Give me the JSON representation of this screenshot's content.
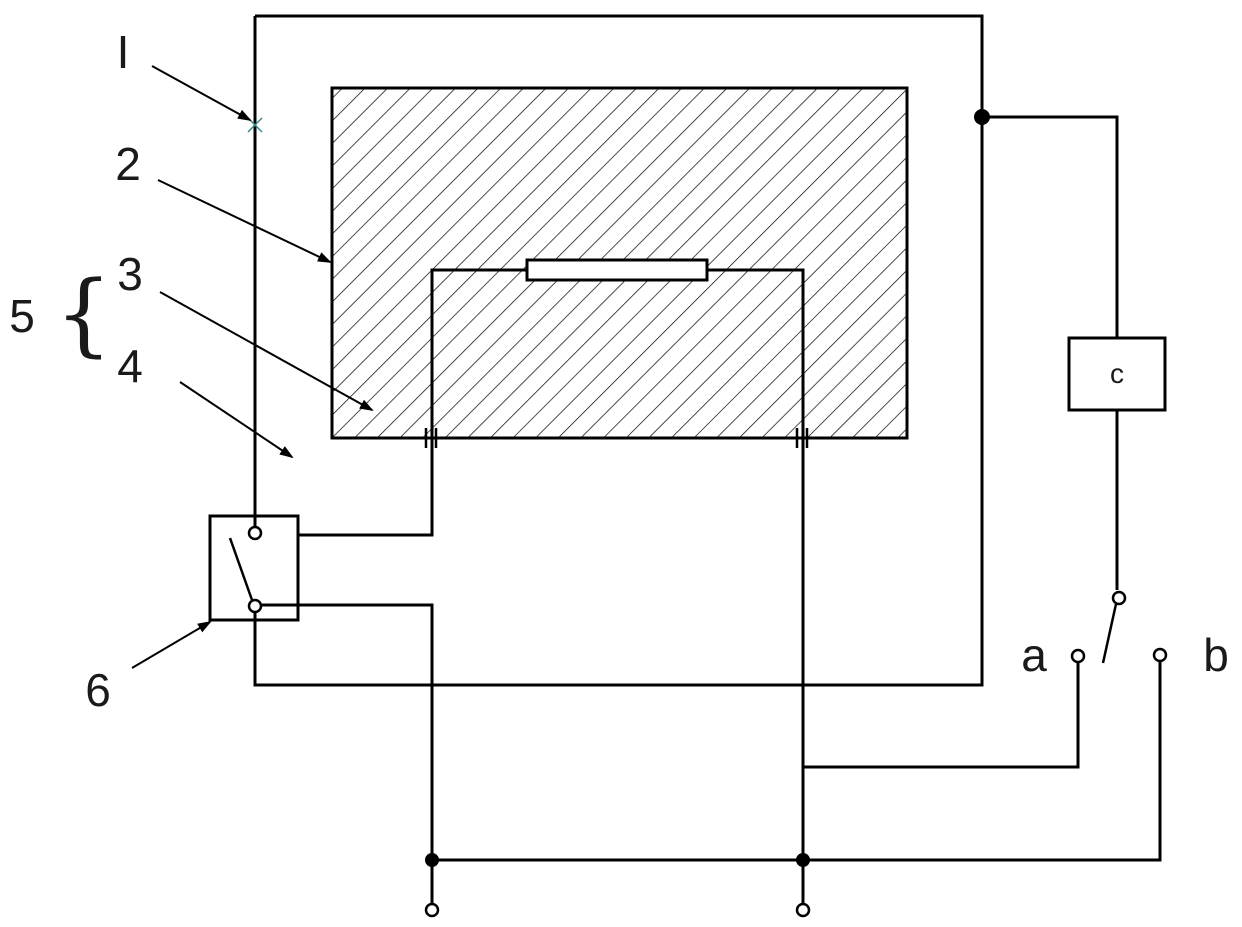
{
  "diagram": {
    "callouts": {
      "label_1": "I",
      "label_2": "2",
      "label_3": "3",
      "label_4": "4",
      "label_5": "5",
      "label_6": "6"
    },
    "component_c_label": "c",
    "terminal_a_label": "a",
    "terminal_b_label": "b",
    "colors": {
      "line": "#000000",
      "hatch": "#000000",
      "marker_1": "#3a8a8a"
    }
  }
}
